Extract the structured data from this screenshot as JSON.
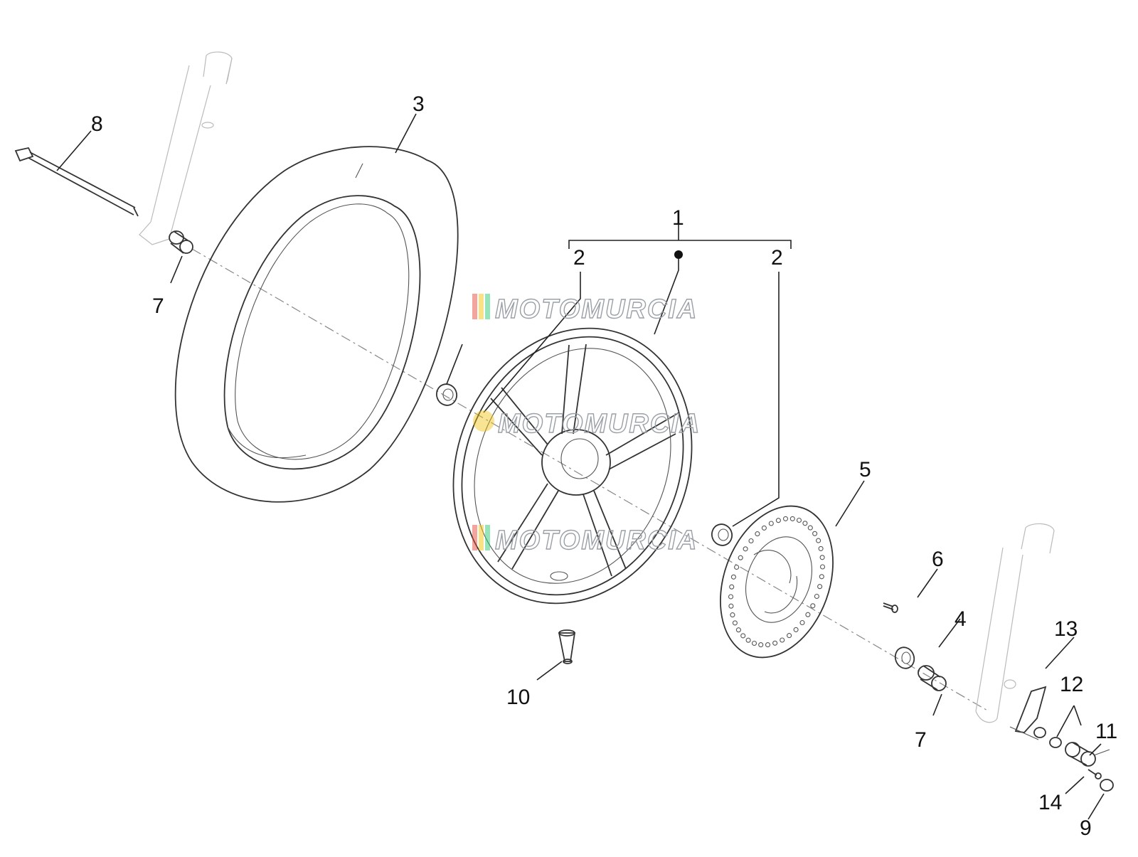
{
  "diagram": {
    "callouts": {
      "c1": "1",
      "c2_left": "2",
      "c2_right": "2",
      "c3": "3",
      "c4": "4",
      "c5": "5",
      "c6": "6",
      "c7_left": "7",
      "c7_right": "7",
      "c8": "8",
      "c9": "9",
      "c10": "10",
      "c11": "11",
      "c12": "12",
      "c13": "13",
      "c14": "14"
    },
    "watermark": {
      "text": "MOTOMURCIA",
      "colors": [
        "#e74c3c",
        "#f1c40f",
        "#2ecc71",
        "#7f8c8d"
      ]
    },
    "colors": {
      "line": "#222222",
      "part_outline": "#333333",
      "fork_outline": "#bbbbbb",
      "background": "#ffffff"
    }
  }
}
